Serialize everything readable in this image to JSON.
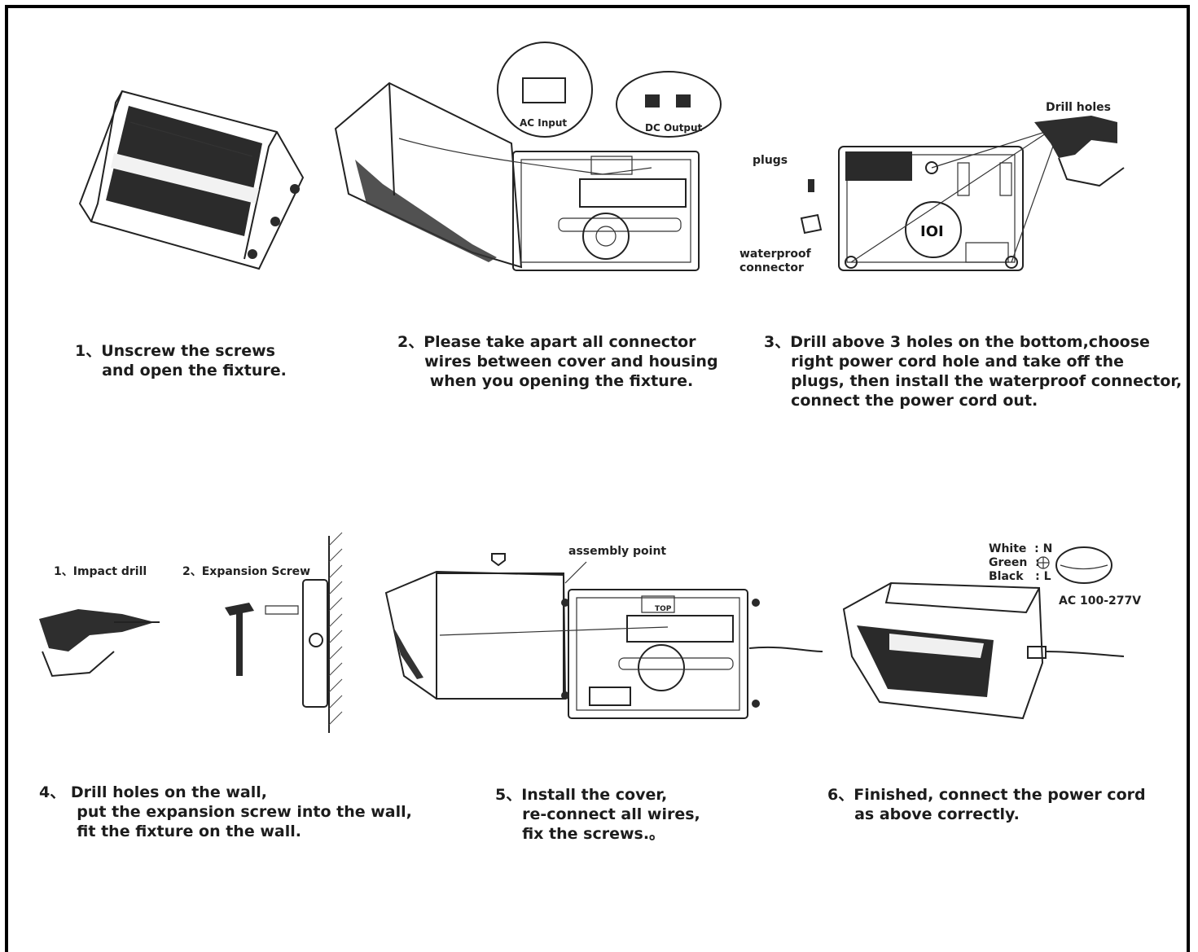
{
  "steps": [
    {
      "text": "1、Unscrew the screws\n     and open the fixture."
    },
    {
      "text": "2、Please take apart all connector\n     wires between cover and housing\n      when you opening the fixture."
    },
    {
      "text": "3、Drill above 3 holes on the bottom,choose\n     right power cord hole and take off the\n     plugs, then install the waterproof connector,\n     connect the power cord out."
    },
    {
      "text": "4、 Drill holes on the wall,\n       put the expansion screw into the wall,\n       fit the fixture on the wall."
    },
    {
      "text": "5、Install the cover,\n     re-connect all wires,\n     fix the screws.。"
    },
    {
      "text": "6、Finished, connect the power cord\n     as above correctly."
    }
  ],
  "labels": {
    "ac_input": "AC Input",
    "dc_output": "DC Output",
    "drill_holes": "Drill holes",
    "plugs": "plugs",
    "waterproof_connector": "waterproof\nconnector",
    "impact_drill": "1、Impact drill",
    "expansion_screw": "2、Expansion Screw",
    "assembly_point": "assembly point",
    "wire_white": "White  : N",
    "wire_green": "Green  :",
    "wire_black": "Black   : L",
    "voltage": "AC 100-277V",
    "top_mark": "TOP",
    "logo_mark": "IOI"
  },
  "icons": {
    "fixture": "wall-pack-light-icon",
    "drill": "impact-drill-icon",
    "hammer": "hammer-icon",
    "ground": "ground-symbol-icon",
    "arrow": "down-arrow-icon"
  }
}
